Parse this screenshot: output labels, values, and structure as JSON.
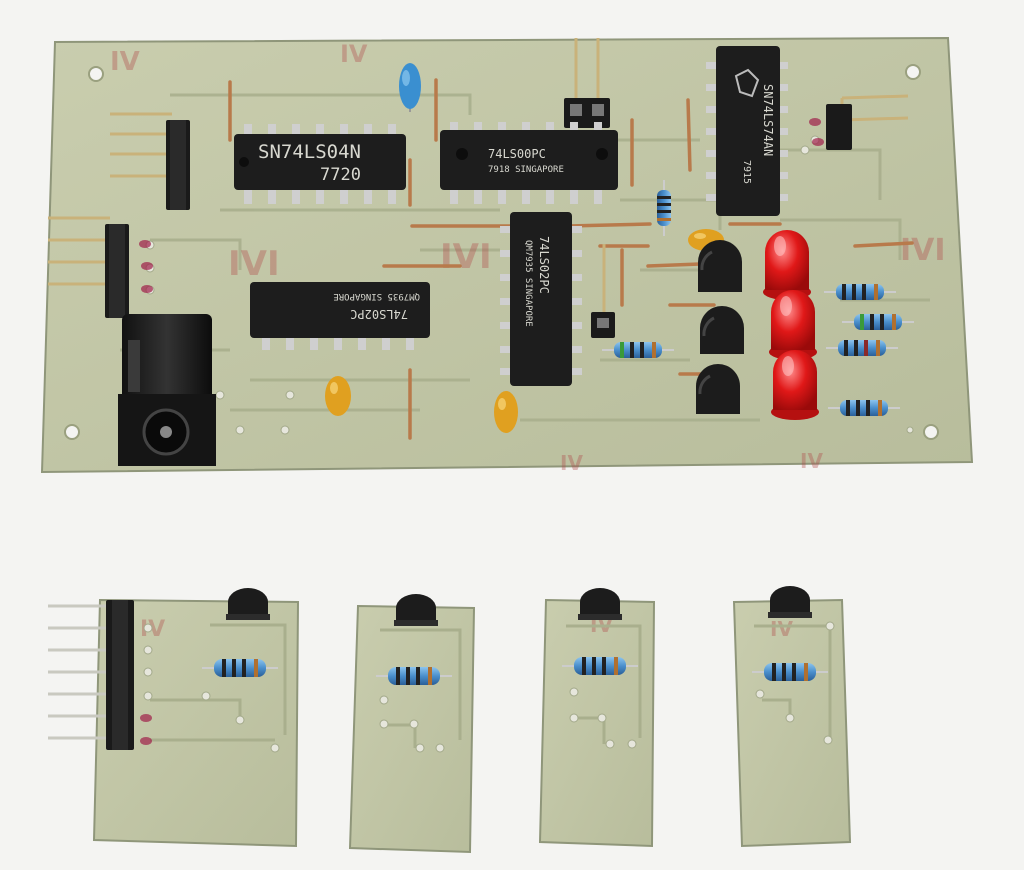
{
  "photo": {
    "background": "#f4f4f2",
    "board_color": "#c2c7a6",
    "board_edge": "#8f967a",
    "trace_color": "#a9af8d",
    "silkscreen_color": "#b04848",
    "chip_color": "#1d1d1d",
    "pin_color": "#cfcfcf",
    "copper_color": "#b87a4b",
    "led_color": "#e01818",
    "capacitor_color": "#e0a020",
    "blue_capacitor_color": "#3a8fd0",
    "resistor_color": "#5a9fd4"
  },
  "chips": {
    "u1": {
      "line1": "SN74LS04N",
      "line2": "7720"
    },
    "u2": {
      "line1": "74LS00PC",
      "line2": "7918 SINGAPORE"
    },
    "u3": {
      "line1": "74LS02PC",
      "line2": "QM7935 SINGAPORE"
    },
    "u4": {
      "line1": "74LS02PC",
      "line2": "QM7935 SINGAPORE"
    },
    "u5": {
      "line1": "SN74LS74AN",
      "line2": "7915"
    }
  },
  "silkscreen_marks": [
    "IV",
    "IVI",
    "IVI",
    "IV",
    "IVI",
    "IV",
    "IV"
  ],
  "small_boards_count": 4
}
